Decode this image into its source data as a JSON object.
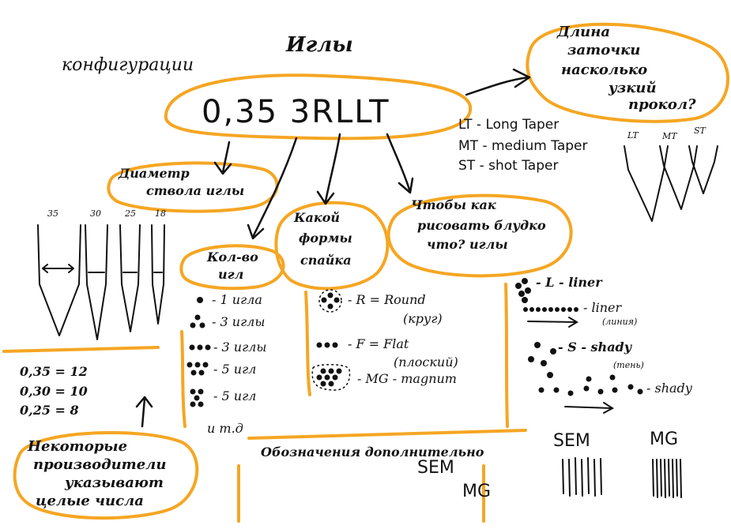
{
  "title": "Иглы",
  "configurations": "конфигурации",
  "needle_code": "0,35 3RLLT",
  "taper_note": [
    "Длина",
    "заточки",
    "насколько",
    "узкий",
    "прокол?"
  ],
  "taper_types": [
    "LT - Long Taper",
    "MT - medium Taper",
    "ST - shot Taper"
  ],
  "taper_shape_labels": [
    "LT",
    "MT",
    "ST"
  ],
  "diameter_label": [
    "Диаметр",
    "ствола иглы"
  ],
  "diameter_sizes": [
    "35",
    "30",
    "25",
    "18"
  ],
  "conversions": [
    "0,35 = 12",
    "0,30 = 10",
    "0,25 = 8"
  ],
  "manufacturer_note": [
    "Некоторые",
    "производители",
    "указывают",
    "целые числа"
  ],
  "count_label": [
    "Кол-во",
    "игл"
  ],
  "count_items": [
    "- 1 игла",
    "- 3 иглы",
    "- 3 иглы",
    "- 5 игл",
    "- 5 игл"
  ],
  "count_etc": "и т.д",
  "shape_label": [
    "Какой",
    "формы",
    "спайка"
  ],
  "shape_items": [
    "- R = Round",
    "(круг)",
    "- F = Flat",
    "(плоский)",
    "- MG - magnum"
  ],
  "purpose_label": [
    "Чтобы как",
    "рисовать блудко",
    "что? иглы"
  ],
  "arrangement_items": [
    "- L - liner",
    "- liner",
    "(линия)",
    "- S - shady",
    "(тень)",
    "- shady"
  ],
  "extra_designations": "Обозначения дополнительно",
  "extra_codes": [
    "SEM",
    "MG"
  ],
  "extra_code_samples": [
    "SEM",
    "MG"
  ],
  "colors": {
    "ink": "#111111",
    "accent": "#f5a623"
  }
}
